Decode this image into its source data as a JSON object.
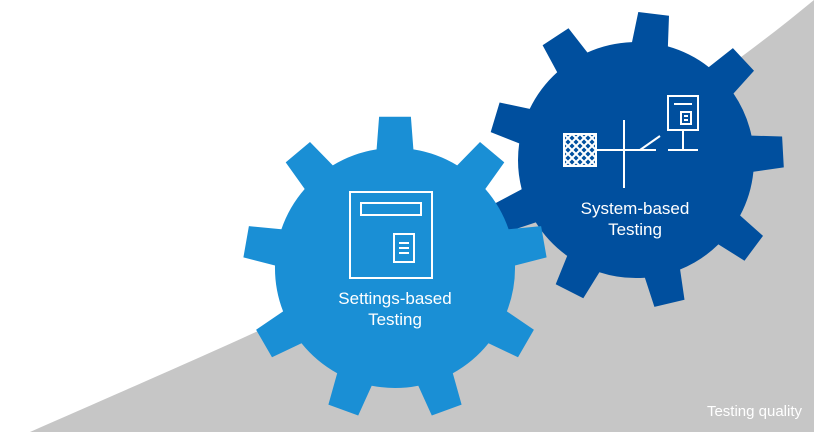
{
  "gears": {
    "system": {
      "line1": "System-based",
      "line2": "Testing",
      "color": "#004f9e",
      "icon": "network-system-icon"
    },
    "settings": {
      "line1": "Settings-based",
      "line2": "Testing",
      "color": "#1a8fd5",
      "icon": "settings-window-icon"
    }
  },
  "footer": {
    "quality_label": "Testing quality"
  },
  "colors": {
    "background": "#ffffff",
    "slope": "#c6c6c6",
    "text": "#ffffff"
  }
}
